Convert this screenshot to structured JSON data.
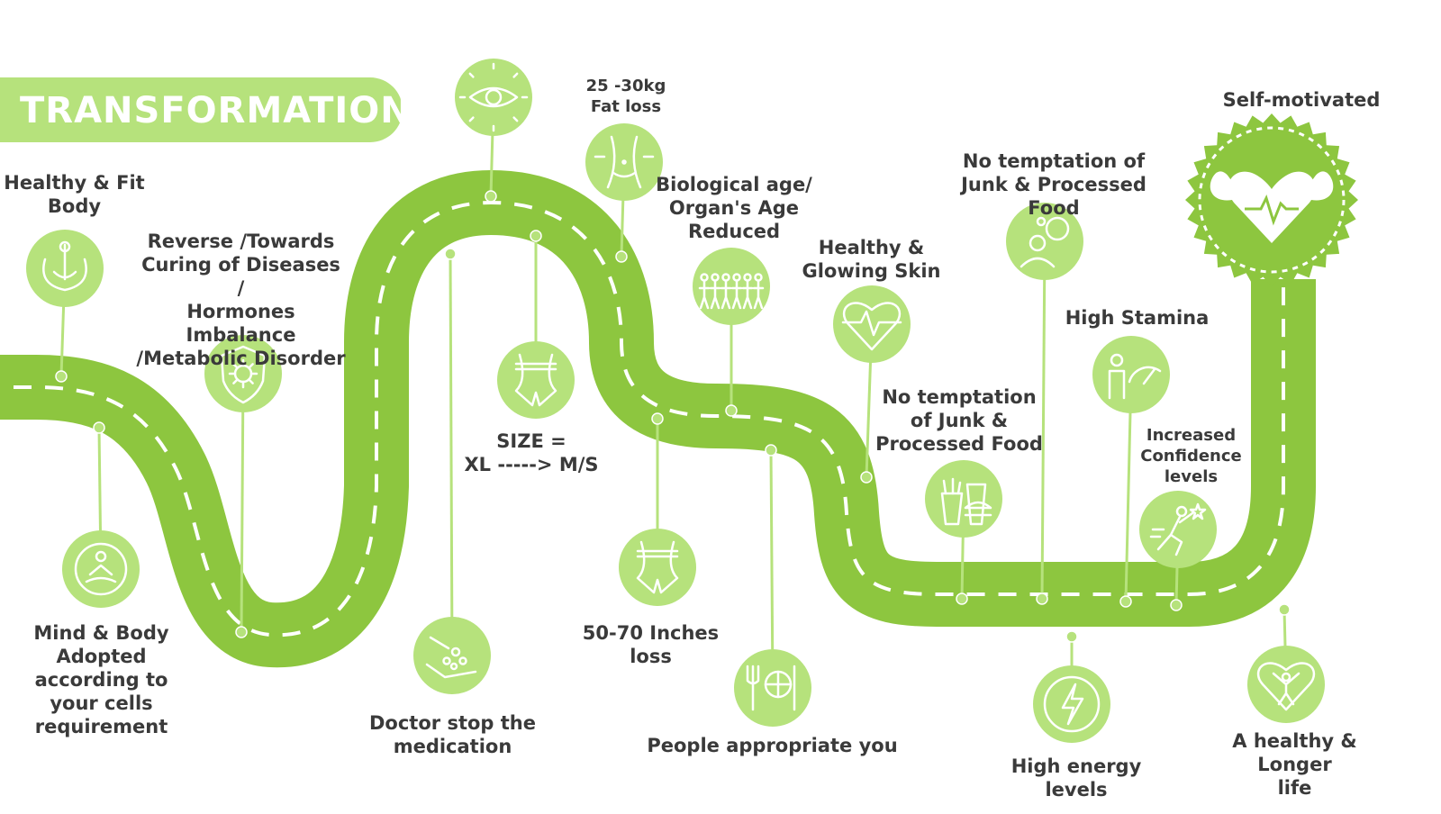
{
  "header": {
    "title": "TRANSFORMATION"
  },
  "colors": {
    "road": "#8dc63f",
    "circle": "#b6e27c",
    "dash": "#ffffff",
    "text": "#3a3a3a"
  },
  "milestones": [
    {
      "id": "healthy-fit-body",
      "label": "Healthy & Fit\nBody",
      "icon": "body-icon"
    },
    {
      "id": "mind-body",
      "label": "Mind & Body\nAdopted\naccording to\nyour cells\nrequirement",
      "icon": "meditation-icon"
    },
    {
      "id": "reverse-diseases",
      "label": "Reverse /Towards\nCuring of Diseases /\nHormones Imbalance\n/Metabolic Disorder",
      "icon": "virus-shield-icon"
    },
    {
      "id": "doctor-stop",
      "label": "Doctor stop the\nmedication",
      "icon": "pills-hand-icon"
    },
    {
      "id": "eye",
      "label": "",
      "icon": "eye-icon"
    },
    {
      "id": "size",
      "label": "SIZE =\nXL -----> M/S",
      "icon": "waist-icon"
    },
    {
      "id": "fat-loss",
      "label": "25 -30kg\nFat loss",
      "icon": "body-measure-icon"
    },
    {
      "id": "inches-loss",
      "label": "50-70 Inches\nloss",
      "icon": "waist-measure-icon"
    },
    {
      "id": "bio-age",
      "label": "Biological age/\nOrgan's Age\nReduced",
      "icon": "aging-people-icon"
    },
    {
      "id": "people-appreciate",
      "label": "People appropriate you",
      "icon": "healthy-food-icon"
    },
    {
      "id": "glowing-skin",
      "label": "Healthy &\nGlowing Skin",
      "icon": "heart-pulse-icon"
    },
    {
      "id": "no-junk-1",
      "label": "No temptation\nof Junk &\nProcessed Food",
      "icon": "fast-food-icon"
    },
    {
      "id": "no-junk-2",
      "label": "No temptation of\nJunk & Processed Food",
      "icon": "thinking-person-icon"
    },
    {
      "id": "high-energy",
      "label": "High energy levels",
      "icon": "energy-icon"
    },
    {
      "id": "high-stamina",
      "label": "High Stamina",
      "icon": "stamina-gauge-icon"
    },
    {
      "id": "confidence",
      "label": "Increased\nConfidence\nlevels",
      "icon": "confidence-icon"
    },
    {
      "id": "longer-life",
      "label": "A healthy & Longer\nlife",
      "icon": "heart-person-icon"
    },
    {
      "id": "self-motivated",
      "label": "Self-motivated",
      "icon": "strong-heart-icon"
    }
  ]
}
